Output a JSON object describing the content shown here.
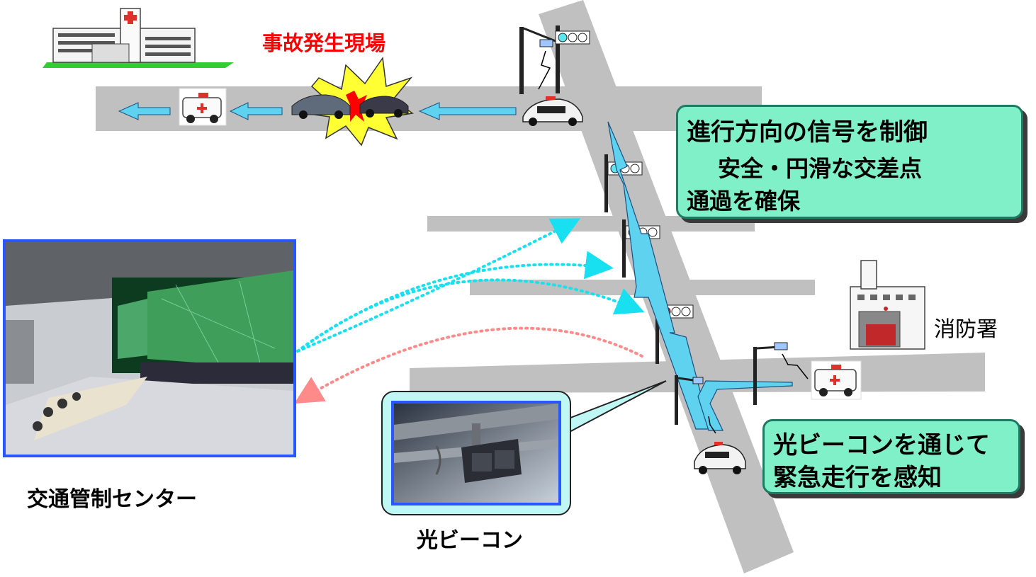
{
  "labels": {
    "accident_site": "事故発生現場",
    "control_center": "交通管制センター",
    "optical_beacon": "光ビーコン",
    "fire_station": "消防署"
  },
  "callouts": {
    "signal_control": {
      "line1": "進行方向の信号を制御",
      "line2": "安全・円滑な交差点",
      "line3": "通過を確保"
    },
    "beacon_detect": {
      "line1": "光ビーコンを通じて",
      "line2": "緊急走行を感知"
    }
  },
  "colors": {
    "road": "#c0c0c0",
    "route_arrow": "#5fd2f0",
    "callout_fill": "#7ff0c8",
    "photo_border": "#2a56ff",
    "uplink": "#19e0f0",
    "downlink": "#ff8a8a",
    "accident_text": "#ff0000"
  },
  "icons": [
    "hospital-icon",
    "ambulance-icon",
    "car-icon",
    "police-car-icon",
    "traffic-light-icon",
    "fire-station-icon",
    "optical-beacon-icon",
    "crash-burst-icon"
  ]
}
